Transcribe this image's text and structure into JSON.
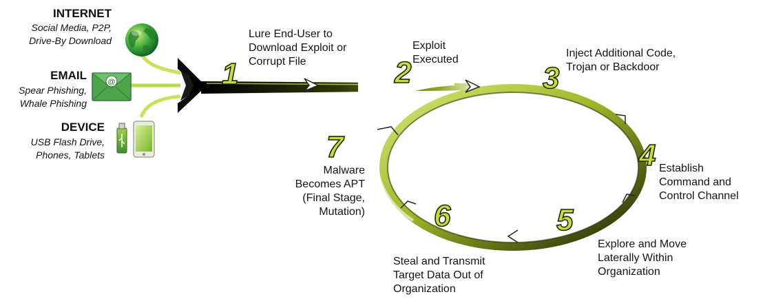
{
  "sources": [
    {
      "title": "INTERNET",
      "lines": [
        "Social Media, P2P,",
        "Drive-By Download"
      ],
      "icon": "globe-icon"
    },
    {
      "title": "EMAIL",
      "lines": [
        "Spear Phishing,",
        "Whale Phishing"
      ],
      "icon": "email-icon"
    },
    {
      "title": "DEVICE",
      "lines": [
        "USB Flash Drive,",
        "Phones, Tablets"
      ],
      "icon": "usb-phone-icon"
    }
  ],
  "email_icon_symbol": "@",
  "steps": [
    {
      "number": "1",
      "lines": [
        "Lure End-User to",
        "Download Exploit or",
        "Corrupt File"
      ]
    },
    {
      "number": "2",
      "lines": [
        "Exploit",
        "Executed"
      ]
    },
    {
      "number": "3",
      "lines": [
        "Inject Additional Code,",
        "Trojan or Backdoor"
      ]
    },
    {
      "number": "4",
      "lines": [
        "Establish",
        "Command and",
        "Control Channel"
      ]
    },
    {
      "number": "5",
      "lines": [
        "Explore and Move",
        "Laterally Within",
        "Organization"
      ]
    },
    {
      "number": "6",
      "lines": [
        "Steal and Transmit",
        "Target Data Out of",
        "Organization"
      ]
    },
    {
      "number": "7",
      "lines": [
        "Malware",
        "Becomes APT",
        "(Final Stage,",
        "Mutation)"
      ]
    }
  ],
  "colors": {
    "accent_green": "#b7d433",
    "dark_green": "#2f3b06",
    "number_fill": "#c5de3a",
    "globe_green": "#3aa83a",
    "email_green": "#3f9a45"
  }
}
